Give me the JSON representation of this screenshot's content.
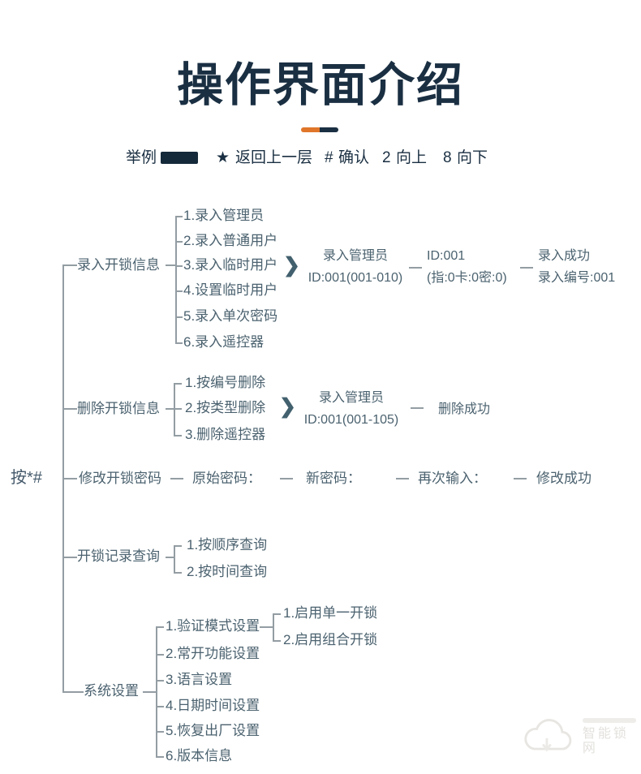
{
  "header": {
    "title": "操作界面介绍"
  },
  "legend": {
    "example_label": "举例",
    "items": [
      {
        "key": "★",
        "label": "返回上一层"
      },
      {
        "key": "#",
        "label": "确认"
      },
      {
        "key": "2",
        "label": "向上"
      },
      {
        "key": "8",
        "label": "向下"
      }
    ]
  },
  "tree": {
    "root_label": "按*#",
    "branches": [
      {
        "label": "录入开锁信息",
        "children": [
          "1.录入管理员",
          "2.录入普通用户",
          "3.录入临时用户",
          "4.设置临时用户",
          "5.录入单次密码",
          "6.录入遥控器"
        ],
        "flow": [
          {
            "line1": "录入管理员",
            "line2": "ID:001(001-010)"
          },
          {
            "line1": "ID:001",
            "line2": "(指:0卡:0密:0)"
          },
          {
            "line1": "录入成功",
            "line2": "录入编号:001"
          }
        ]
      },
      {
        "label": "删除开锁信息",
        "children": [
          "1.按编号删除",
          "2.按类型删除",
          "3.删除遥控器"
        ],
        "flow": [
          {
            "line1": "录入管理员",
            "line2": "ID:001(001-105)"
          },
          {
            "line1": "删除成功",
            "line2": ""
          }
        ]
      },
      {
        "label": "修改开锁密码",
        "steps": [
          "原始密码：",
          "新密码：",
          "再次输入：",
          "修改成功"
        ]
      },
      {
        "label": "开锁记录查询",
        "children": [
          "1.按顺序查询",
          "2.按时间查询"
        ]
      },
      {
        "label": "系统设置",
        "children": [
          "1.验证模式设置",
          "2.常开功能设置",
          "3.语言设置",
          "4.日期时间设置",
          "5.恢复出厂设置",
          "6.版本信息"
        ],
        "subchildren": [
          "1.启用单一开锁",
          "2.启用组合开锁"
        ]
      }
    ]
  },
  "icons": {
    "flow_arrow": "❯",
    "star": "★"
  },
  "watermark": {
    "site_text": "智能锁网"
  },
  "colors": {
    "accent_orange": "#e0762a",
    "navy": "#1a2f42",
    "tree_text": "#4b626f",
    "line_gray": "#939da3"
  }
}
